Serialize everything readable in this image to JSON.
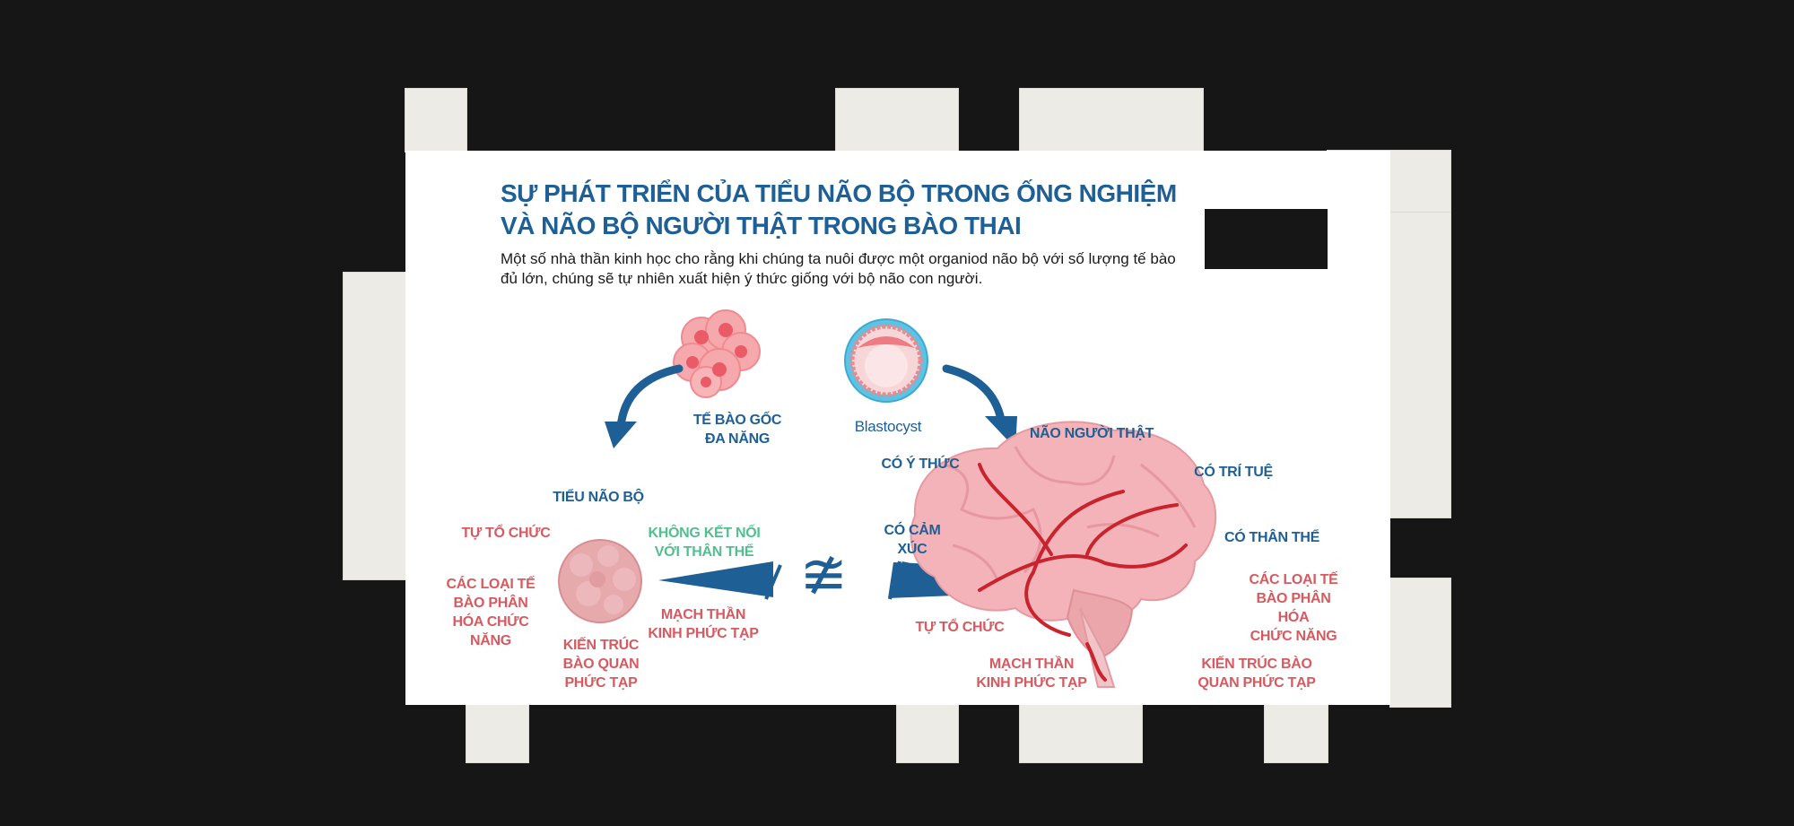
{
  "title": "SỰ PHÁT TRIỂN CỦA TIỂU NÃO BỘ TRONG ỐNG NGHIỆM VÀ NÃO BỘ NGƯỜI THẬT TRONG BÀO THAI",
  "subtitle": "Một số nhà thần kinh học cho rằng khi chúng ta nuôi được một organiod não bộ với số lượng tế bào đủ lớn, chúng sẽ tự nhiên xuất hiện ý thức giống với bộ não con người.",
  "top": {
    "stem_cells": "TẾ BÀO GỐC\nĐA NĂNG",
    "blastocyst": "Blastocyst"
  },
  "organoid": {
    "name": "TIỂU NÃO BỘ",
    "self_organizing": "TỰ TỔ CHỨC",
    "cell_types": "CÁC LOẠI TẾ\nBÀO PHÂN\nHÓA CHỨC\nNĂNG",
    "architecture": "KIẾN TRÚC\nBÀO QUAN\nPHỨC TẠP",
    "circuits": "MẠCH THẦN\nKINH PHỨC TẠP",
    "no_body": "KHÔNG KẾT NỐI\nVỚI THÂN THỂ"
  },
  "comparison_symbol": "≇",
  "brain": {
    "name": "NÃO NGƯỜI THẬT",
    "conscious": "CÓ Ý THỨC",
    "intelligent": "CÓ TRÍ TUỆ",
    "emotion": "CÓ CẢM\nXÚC",
    "body": "CÓ THÂN THỂ",
    "cell_types": "CÁC LOẠI TẾ\nBÀO PHÂN HÓA\nCHỨC NĂNG",
    "self_organizing": "TỰ TỔ CHỨC",
    "circuits": "MẠCH THẦN\nKINH PHỨC TẠP",
    "architecture": "KIẾN TRÚC BÀO\nQUAN PHỨC TẠP"
  },
  "colors": {
    "navy": "#1e5f95",
    "red_label": "#d65a60",
    "green_label": "#52bf8f",
    "brain_pink": "#f2b1b6",
    "vessel_red": "#c9242d"
  }
}
